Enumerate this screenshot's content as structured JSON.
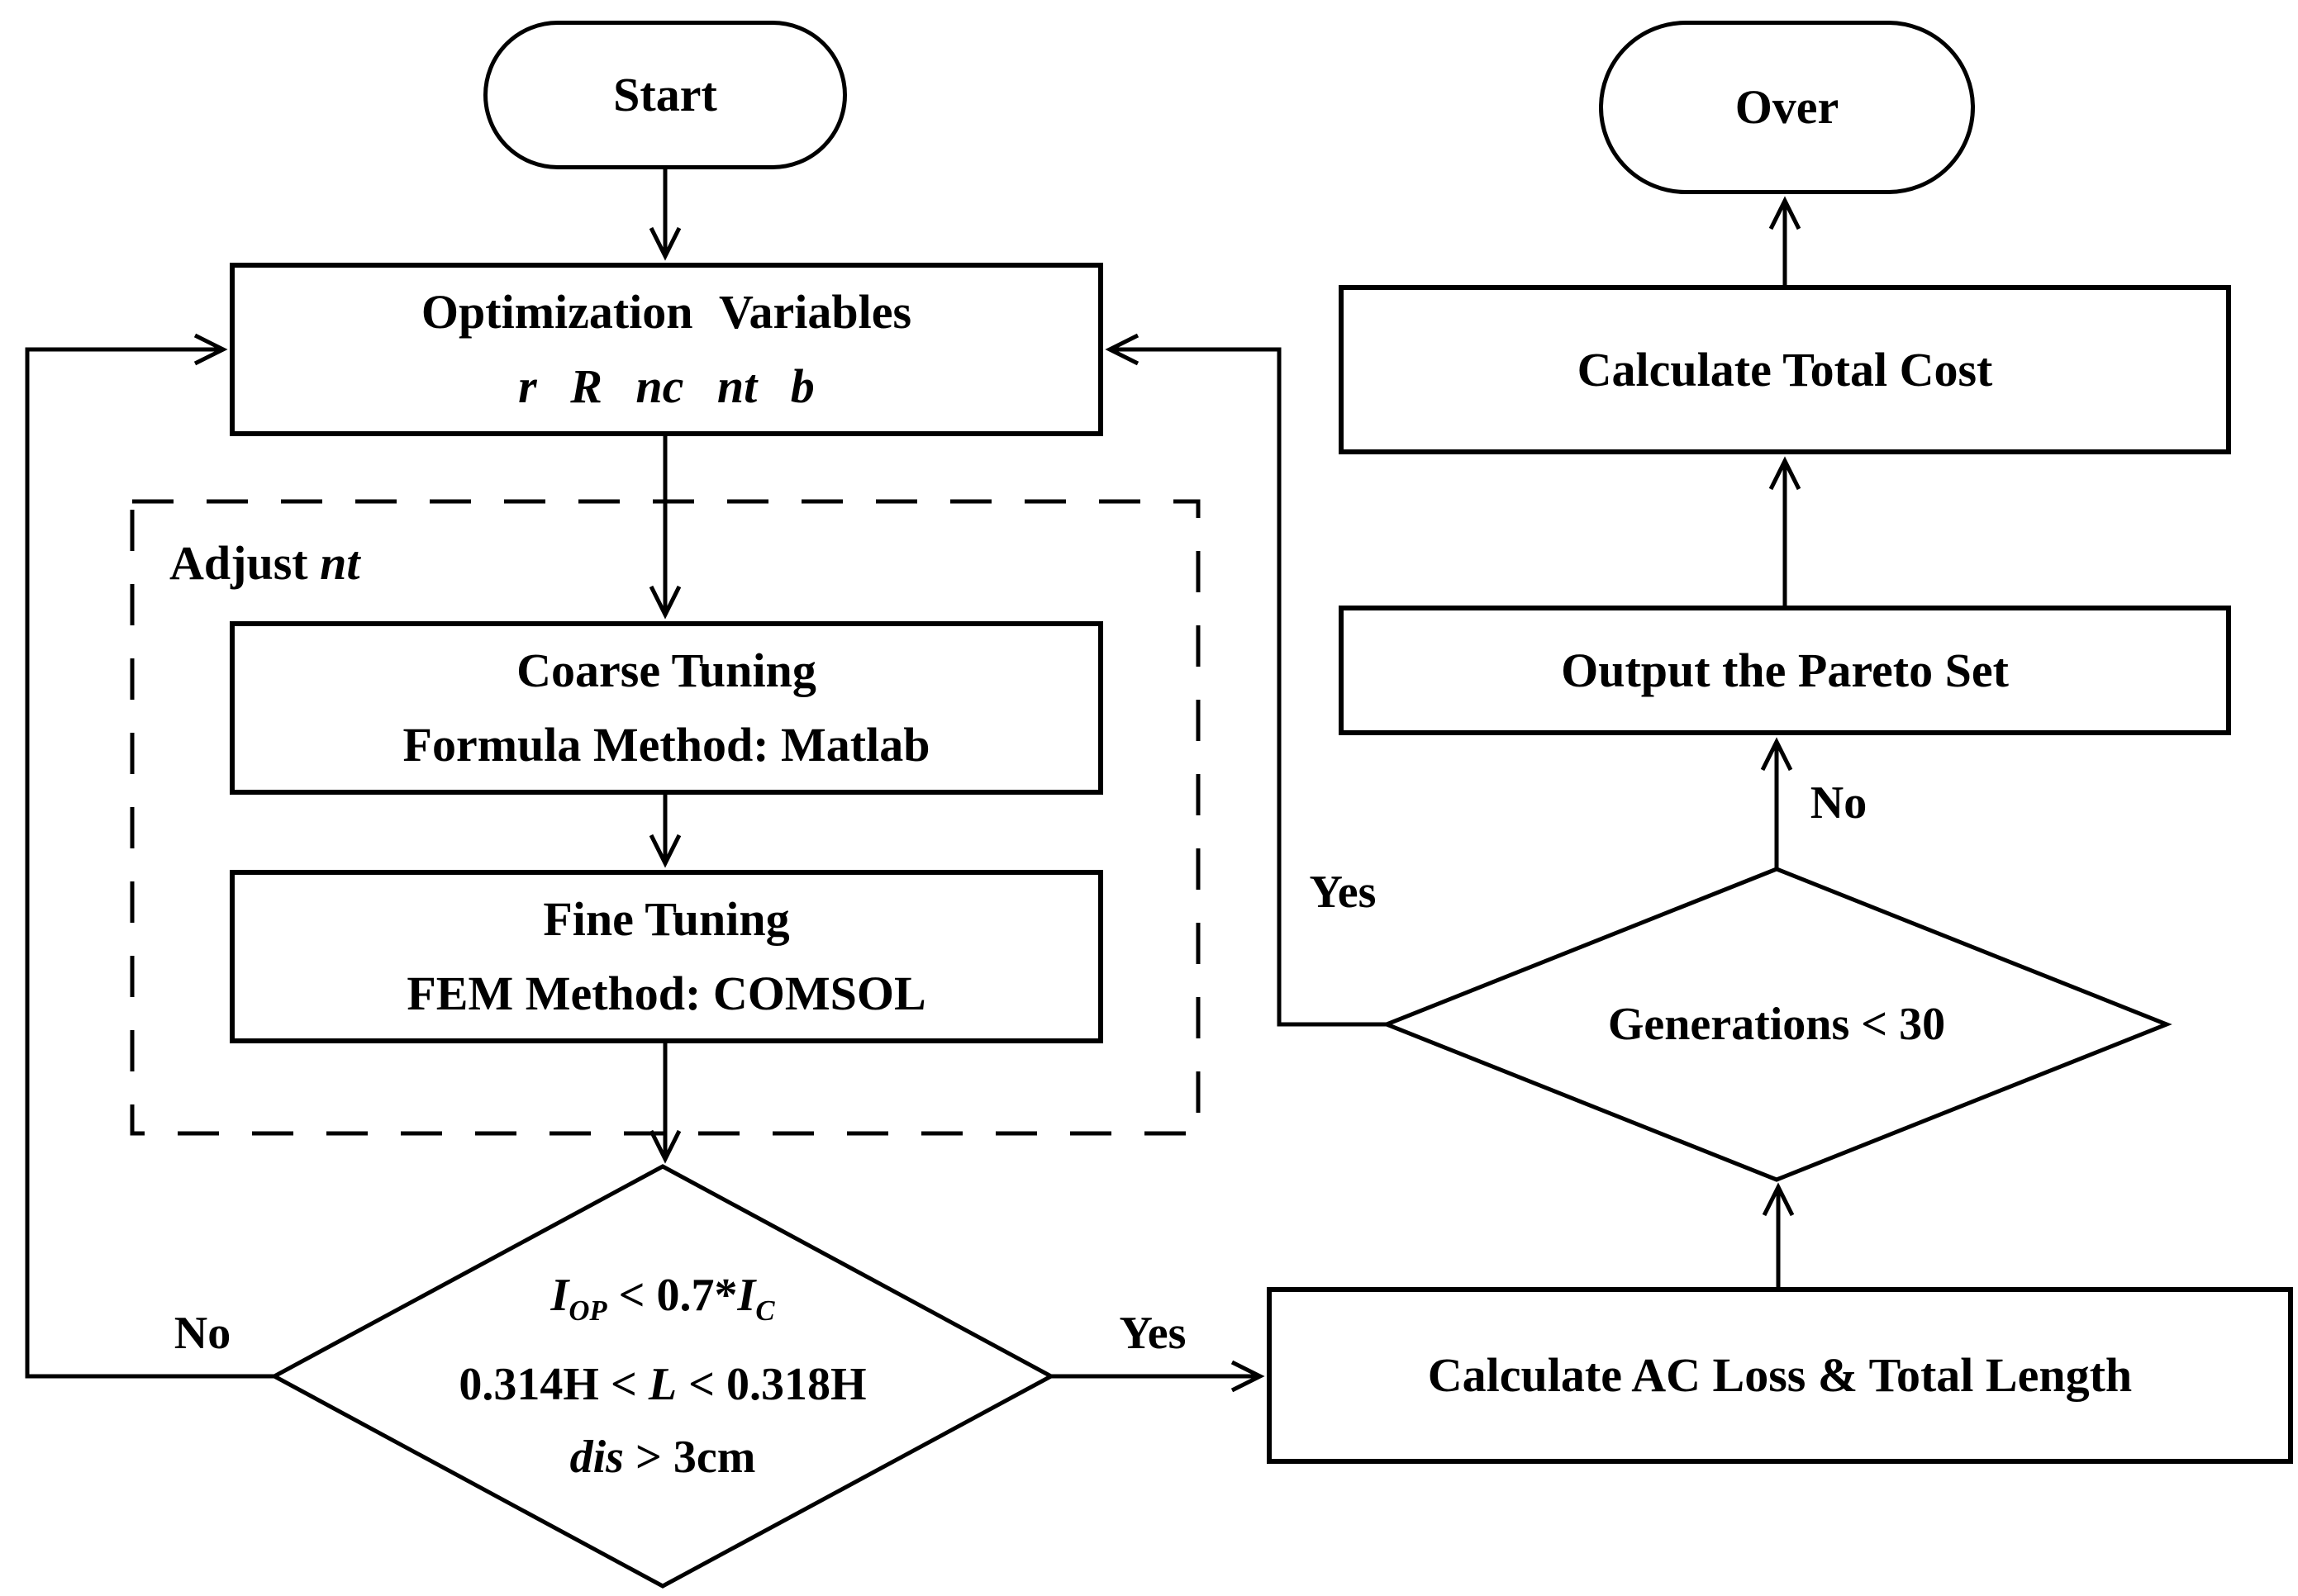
{
  "nodes": {
    "start": {
      "label": "Start"
    },
    "over": {
      "label": "Over"
    },
    "optimization": {
      "title": "Optimization Variables",
      "variables": "r R nc nt b"
    },
    "adjust": {
      "prefix": "Adjust",
      "variable": "nt"
    },
    "coarse": {
      "line1": "Coarse Tuning",
      "line2": "Formula Method: Matlab"
    },
    "fine": {
      "line1": "Fine Tuning",
      "line2": "FEM Method: COMSOL"
    },
    "decision_constraints": {
      "line1": {
        "i1": "I",
        "s1": "OP",
        "op": " < 0.7*",
        "i2": "I",
        "s2": "C"
      },
      "line2": {
        "pre": "0.314H < ",
        "l": "L",
        "post": " < 0.318H"
      },
      "line3": {
        "i": "dis",
        "post": " > 3cm"
      }
    },
    "calc_loss": {
      "label": "Calculate AC Loss & Total Length"
    },
    "decision_generations": {
      "label": "Generations < 30"
    },
    "pareto": {
      "label": "Output the Pareto Set"
    },
    "total_cost": {
      "label": "Calculate Total Cost"
    }
  },
  "edges": {
    "constraints_no": "No",
    "constraints_yes": "Yes",
    "generations_yes": "Yes",
    "generations_no": "No"
  },
  "colors": {
    "stroke": "#000000",
    "background": "#ffffff"
  }
}
